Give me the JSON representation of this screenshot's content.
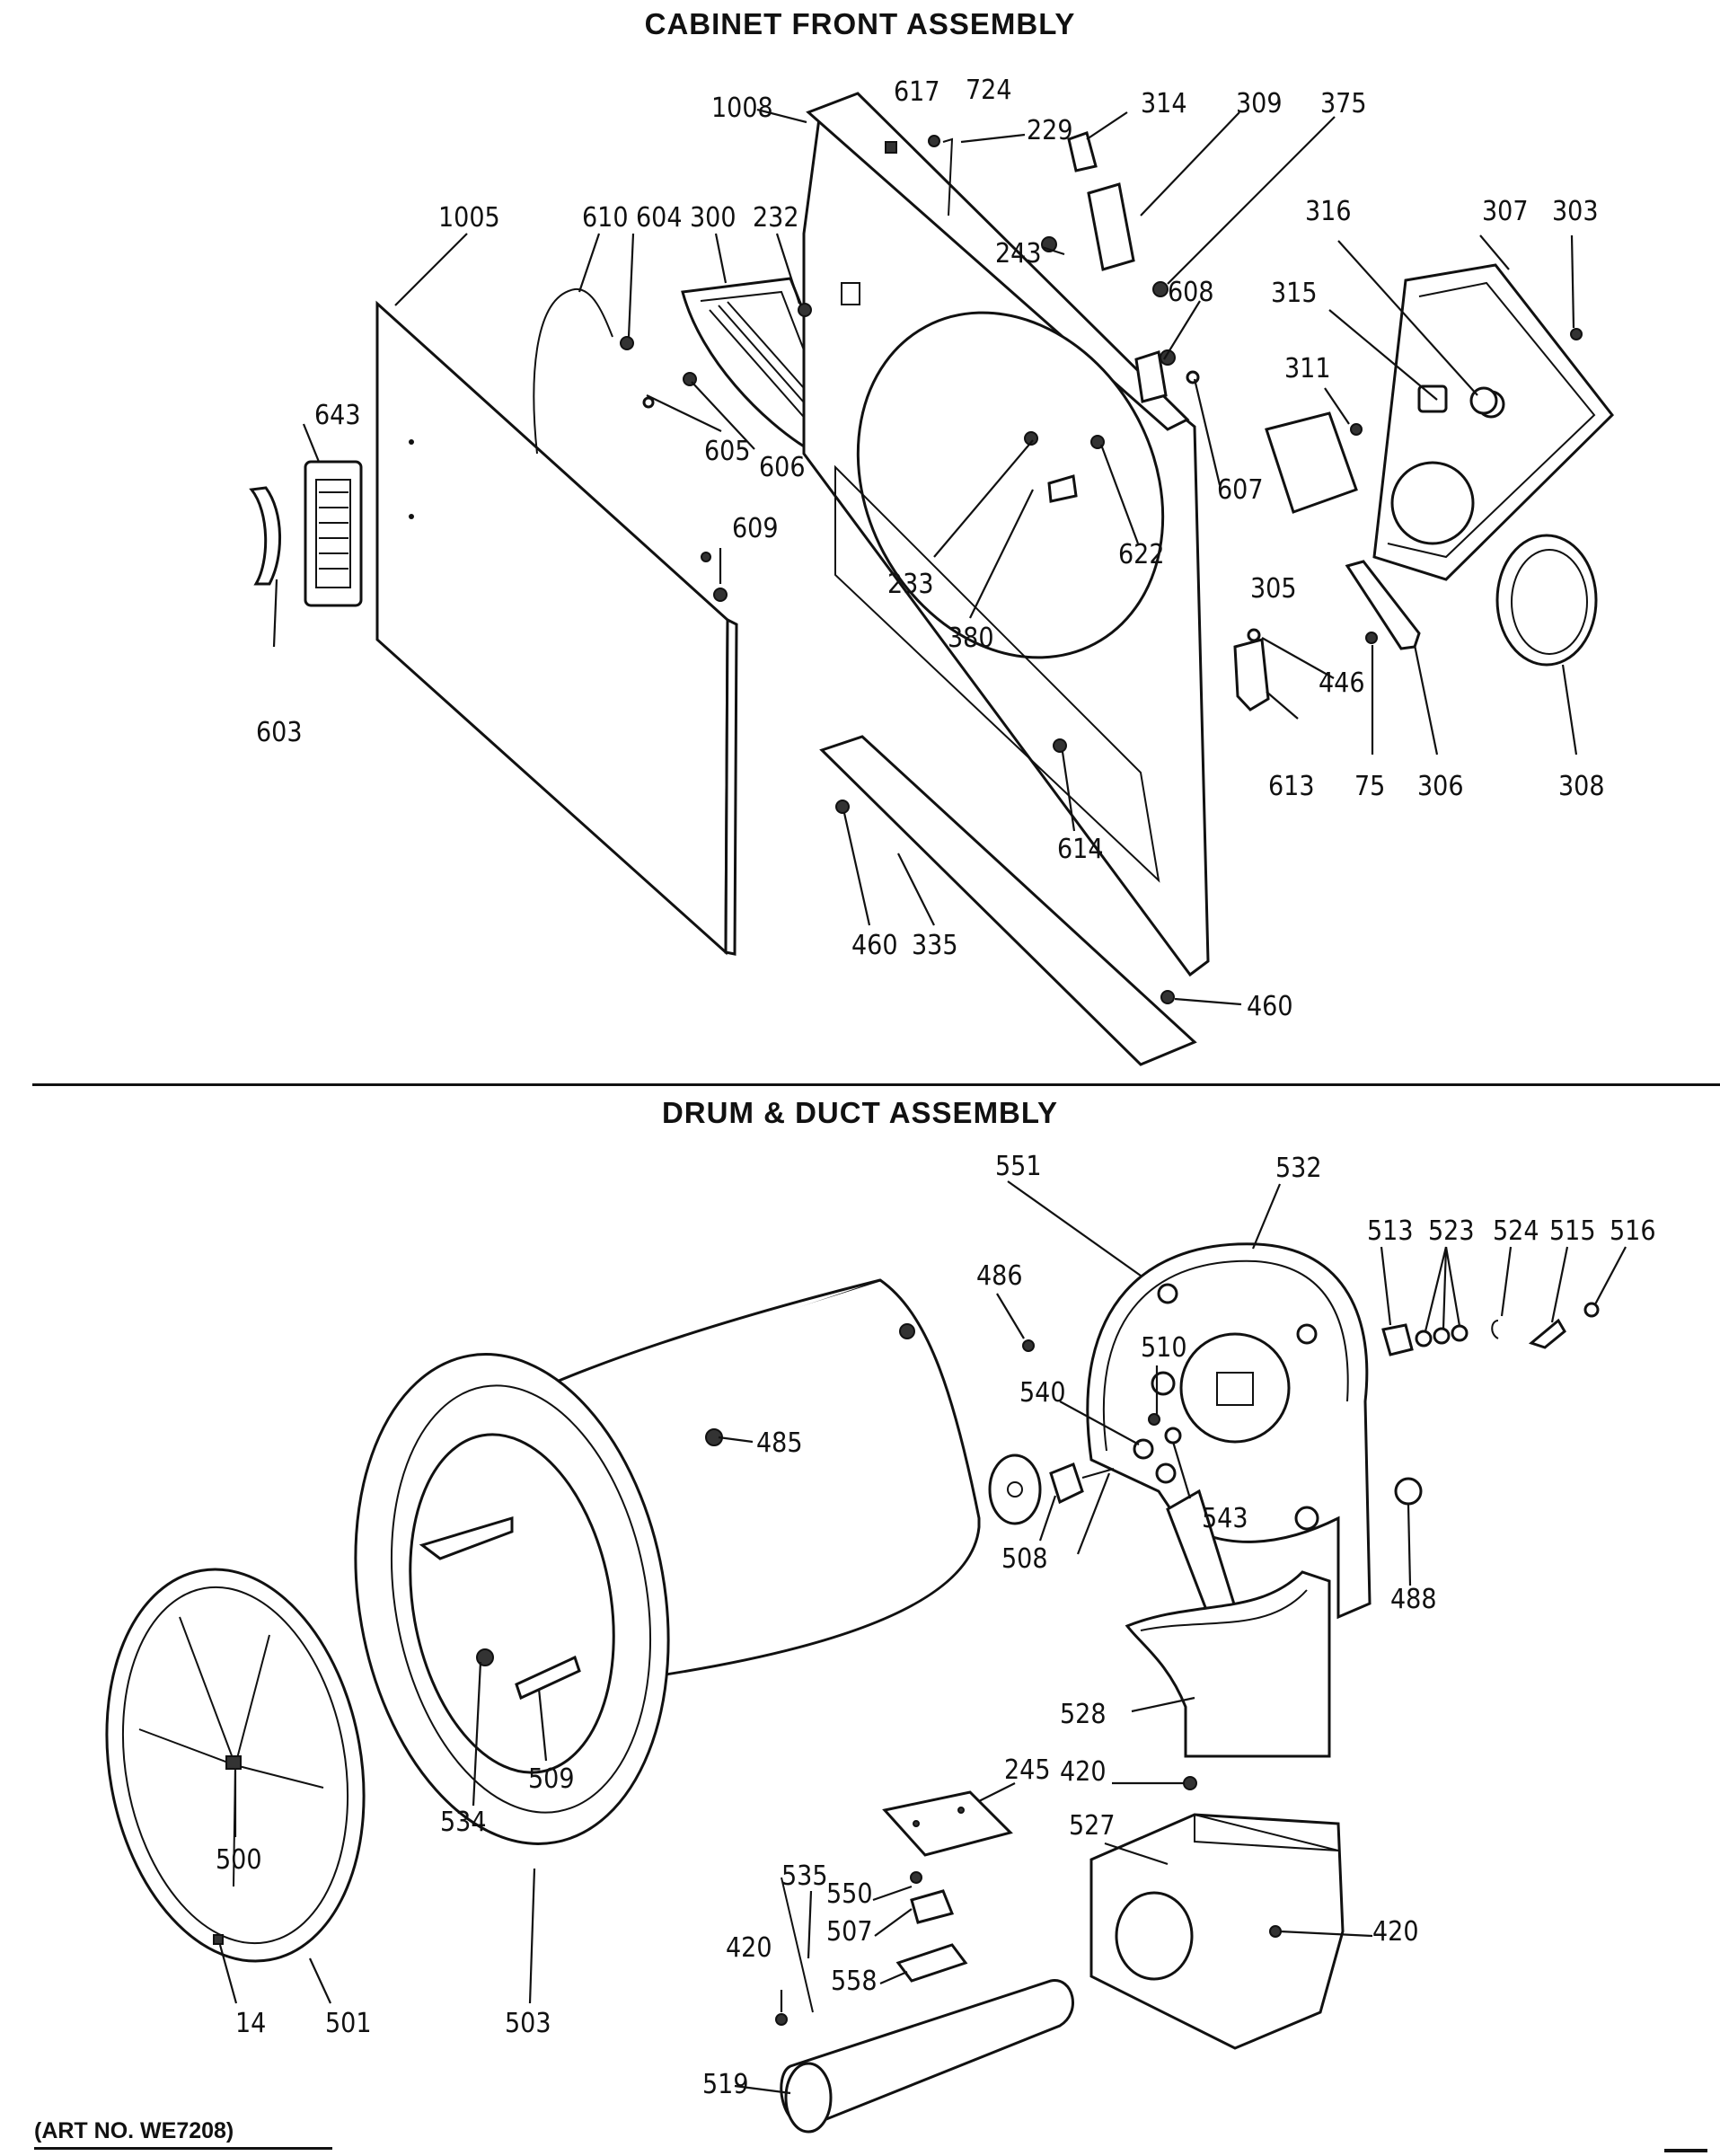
{
  "sections": {
    "top_title": "CABINET FRONT ASSEMBLY",
    "bottom_title": "DRUM & DUCT ASSEMBLY"
  },
  "footer": {
    "art_no": "(ART NO. WE7208)"
  },
  "labels": {
    "l1008": "1008",
    "l617": "617",
    "l724": "724",
    "l229": "229",
    "l314": "314",
    "l309": "309",
    "l375": "375",
    "l1005": "1005",
    "l610": "610",
    "l604": "604",
    "l300": "300",
    "l232": "232",
    "l316": "316",
    "l307": "307",
    "l303": "303",
    "l243": "243",
    "l608": "608",
    "l315": "315",
    "l643": "643",
    "l311": "311",
    "l605": "605",
    "l606": "606",
    "l607": "607",
    "l622": "622",
    "l233": "233",
    "l380": "380",
    "l305": "305",
    "l609": "609",
    "l603": "603",
    "l446": "446",
    "l613": "613",
    "l75": "75",
    "l306": "306",
    "l308": "308",
    "l614": "614",
    "l460a": "460",
    "l335": "335",
    "l460b": "460",
    "l551": "551",
    "l532": "532",
    "l513": "513",
    "l523": "523",
    "l524": "524",
    "l515": "515",
    "l516": "516",
    "l486": "486",
    "l510": "510",
    "l485": "485",
    "l540": "540",
    "l543": "543",
    "l488": "488",
    "l508": "508",
    "l534": "534",
    "l528": "528",
    "l245": "245",
    "l420a": "420",
    "l509": "509",
    "l527": "527",
    "l500": "500",
    "l535": "535",
    "l550": "550",
    "l420b": "420",
    "l507": "507",
    "l420c": "420",
    "l558": "558",
    "l14": "14",
    "l501": "501",
    "l503": "503",
    "l519": "519"
  }
}
